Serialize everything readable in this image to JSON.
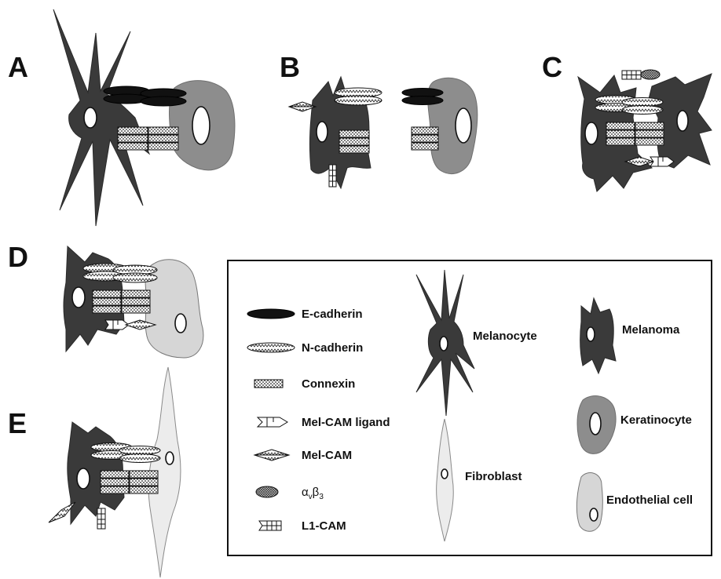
{
  "panels": {
    "a": "A",
    "b": "B",
    "c": "C",
    "d": "D",
    "e": "E"
  },
  "legend": {
    "ecadherin": "E-cadherin",
    "ncadherin": "N-cadherin",
    "connexin": "Connexin",
    "melcam_ligand": "Mel-CAM ligand",
    "melcam": "Mel-CAM",
    "alpha_symbol": "α",
    "alpha_sub": "v",
    "beta_symbol": "β",
    "beta_sub": "3",
    "l1cam": "L1-CAM",
    "melanocyte": "Melanocyte",
    "fibroblast": "Fibroblast",
    "melanoma": "Melanoma",
    "keratinocyte": "Keratinocyte",
    "endothelial": "Endothelial cell"
  },
  "colors": {
    "melanoma_cell": "#3a3a3a",
    "keratinocyte_cell": "#8d8d8d",
    "endothelial_cell": "#d6d6d6",
    "fibroblast_cell": "#ececec"
  }
}
